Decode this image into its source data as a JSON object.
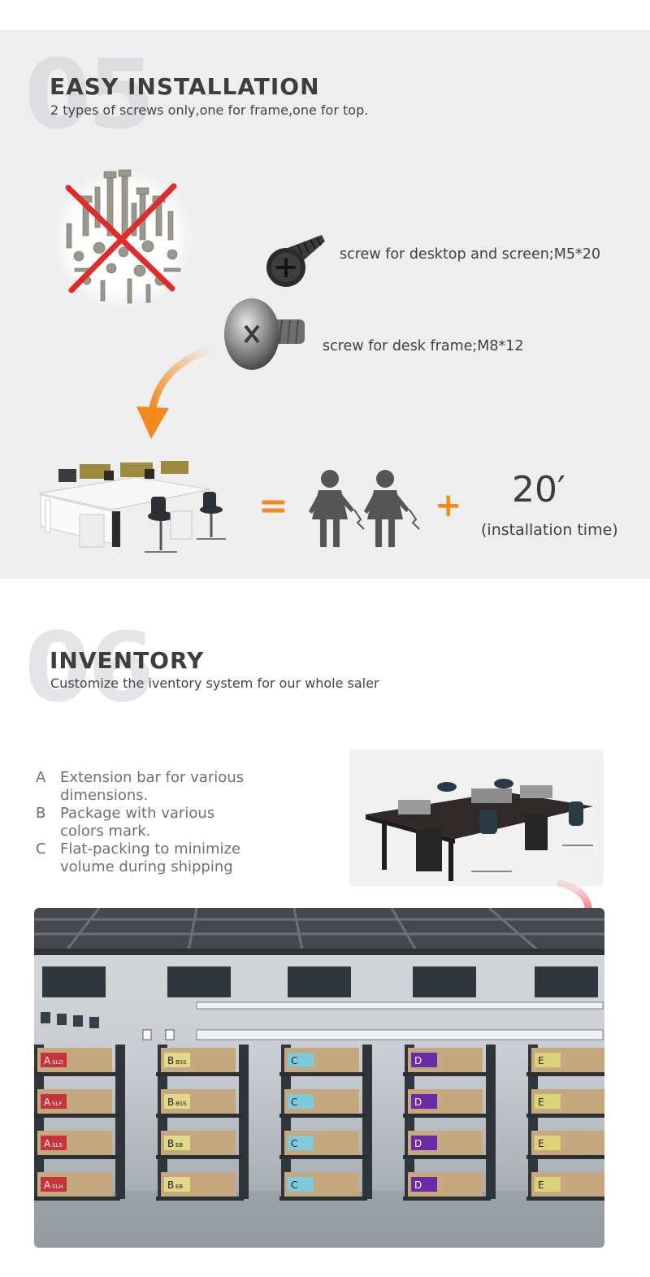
{
  "section5": {
    "number": "05",
    "title": "EASY INSTALLATION",
    "subtitle": "2 types of screws only,one for frame,one for top.",
    "screw_small_label": "screw for desktop and screen;M5*20",
    "screw_large_label": "screw for desk frame;M8*12",
    "equals": "=",
    "plus": "+",
    "time_value": "20′",
    "time_label": "(installation time)"
  },
  "section6": {
    "number": "06",
    "title": "INVENTORY",
    "subtitle": "Customize the iventory system for our whole saler",
    "items": [
      {
        "letter": "A",
        "line1": "Extension bar for various",
        "line2": "dimensions."
      },
      {
        "letter": "B",
        "line1": "Package with various",
        "line2": "colors mark."
      },
      {
        "letter": "C",
        "line1": "Flat-packing to minimize",
        "line2": "volume during shipping"
      }
    ]
  },
  "warehouse": {
    "columns": [
      {
        "letter": "A",
        "color": "#c8323c",
        "labels": [
          "SLD",
          "SLF",
          "SLS",
          "SLH"
        ]
      },
      {
        "letter": "B",
        "color": "#e2d88a",
        "labels": [
          "BSS",
          "BSS",
          "EB",
          "EB"
        ]
      },
      {
        "letter": "C",
        "color": "#7ec9dc",
        "labels": [
          "",
          "",
          "",
          ""
        ]
      },
      {
        "letter": "D",
        "color": "#6a2aa8",
        "labels": [
          "",
          "",
          "",
          ""
        ]
      },
      {
        "letter": "E",
        "color": "#dcd27a",
        "labels": [
          "",
          "",
          "",
          ""
        ]
      }
    ]
  },
  "colors": {
    "accent": "#f28a1e",
    "red_arrow": "#e8303a",
    "section_bg": "#eeeeee"
  }
}
